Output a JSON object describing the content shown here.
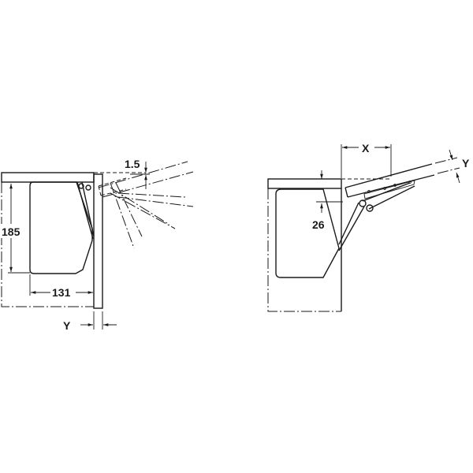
{
  "diagram": {
    "left_view": {
      "label_height": "185",
      "label_width": "131",
      "label_offset": "1.5",
      "label_y": "Y"
    },
    "right_view": {
      "label_x": "X",
      "label_y": "Y",
      "label_gap": "26"
    }
  },
  "colors": {
    "line": "#1a1a1a",
    "background": "#ffffff"
  }
}
